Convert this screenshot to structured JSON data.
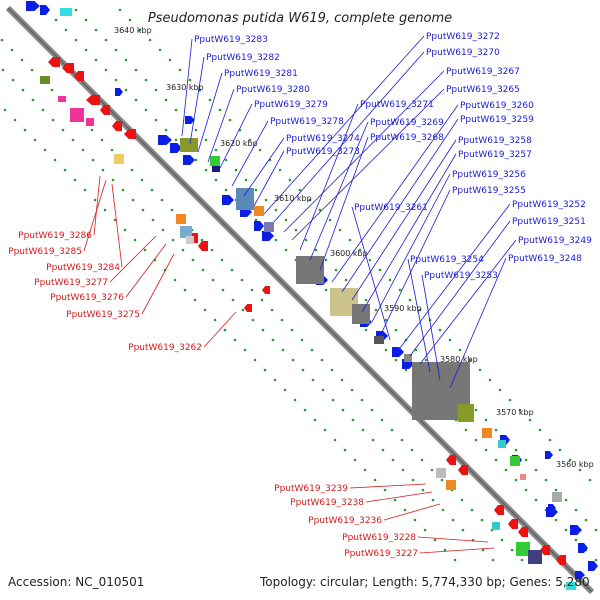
{
  "title": "Pseudomonas putida W619, complete genome",
  "footer": {
    "accession": "Accession: NC_010501",
    "summary": "Topology: circular; Length: 5,774,330 bp; Genes: 5,280"
  },
  "colors": {
    "backbone": "#8a8a8a",
    "forward_label": "#1b1bd6",
    "reverse_label": "#d61b1b",
    "forward_gene": "#0a1ee6",
    "reverse_gene": "#ee1111",
    "tick_dot": "#2a9a2a"
  },
  "ticks": [
    {
      "label": "3640 kbp"
    },
    {
      "label": "3630 kbp"
    },
    {
      "label": "3620 kbp"
    },
    {
      "label": "3610 kbp"
    },
    {
      "label": "3600 kbp"
    },
    {
      "label": "3590 kbp"
    },
    {
      "label": "3580 kbp"
    },
    {
      "label": "3570 kbp"
    },
    {
      "label": "3560 kbp"
    }
  ],
  "forward_labels": [
    "PputW619_3283",
    "PputW619_3282",
    "PputW619_3281",
    "PputW619_3280",
    "PputW619_3279",
    "PputW619_3278",
    "PputW619_3274",
    "PputW619_3273",
    "PputW619_3272",
    "PputW619_3270",
    "PputW619_3267",
    "PputW619_3265",
    "PputW619_3271",
    "PputW619_3269",
    "PputW619_3268",
    "PputW619_3260",
    "PputW619_3259",
    "PputW619_3258",
    "PputW619_3257",
    "PputW619_3256",
    "PputW619_3255",
    "PputW619_3261",
    "PputW619_3252",
    "PputW619_3251",
    "PputW619_3249",
    "PputW619_3254",
    "PputW619_3253",
    "PputW619_3248"
  ],
  "reverse_labels": [
    "PputW619_3286",
    "PputW619_3285",
    "PputW619_3284",
    "PputW619_3277",
    "PputW619_3276",
    "PputW619_3275",
    "PputW619_3262",
    "PputW619_3239",
    "PputW619_3238",
    "PputW619_3236",
    "PputW619_3228",
    "PputW619_3227"
  ]
}
